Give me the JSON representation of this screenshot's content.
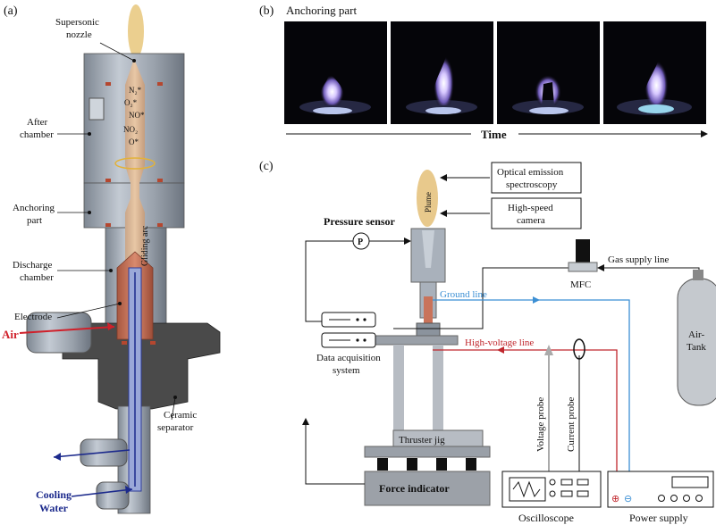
{
  "panels": {
    "a": {
      "label": "(a)",
      "annotations": {
        "supersonic_nozzle_1": "Supersonic",
        "supersonic_nozzle_2": "nozzle",
        "after_chamber_1": "After",
        "after_chamber_2": "chamber",
        "anchoring_part_1": "Anchoring",
        "anchoring_part_2": "part",
        "discharge_chamber_1": "Discharge",
        "discharge_chamber_2": "chamber",
        "electrode": "Electrode",
        "air": "Air",
        "ceramic_separator_1": "Ceramic",
        "ceramic_separator_2": "separator",
        "cooling_1": "Cooling",
        "cooling_2": "Water",
        "gliding_arc": "Gliding arc"
      },
      "species": [
        "N₂*",
        "O₂*",
        "NO*",
        "NO₂",
        "O*"
      ]
    },
    "b": {
      "label": "(b)",
      "title": "Anchoring part",
      "time_label": "Time"
    },
    "c": {
      "label": "(c)",
      "boxes": {
        "oes_1": "Optical emission",
        "oes_2": "spectroscopy",
        "hsc_1": "High-speed",
        "hsc_2": "camera"
      },
      "labels": {
        "plume": "Plume",
        "pressure_sensor": "Pressure sensor",
        "pressure_symbol": "P",
        "mfc": "MFC",
        "gas_supply_line": "Gas supply line",
        "ground_line": "Ground line",
        "high_voltage_line": "High-voltage line",
        "daq_1": "Data acquisition",
        "daq_2": "system",
        "thruster_jig": "Thruster jig",
        "force_indicator": "Force indicator",
        "voltage_probe": "Voltage probe",
        "current_probe": "Current probe",
        "oscilloscope": "Oscilloscope",
        "power_supply": "Power supply",
        "tank_1": "Air-",
        "tank_2": "Tank",
        "plus": "⊕",
        "minus": "⊖"
      }
    }
  },
  "colors": {
    "ground_line": "#3b8fd4",
    "high_voltage_line": "#c0272d",
    "air_arrow": "#d0202a",
    "cooling_arrow": "#1c2a8c",
    "plume": "#e8c98c",
    "electrode": "#c9735a",
    "metal": "#a9b1bb"
  }
}
